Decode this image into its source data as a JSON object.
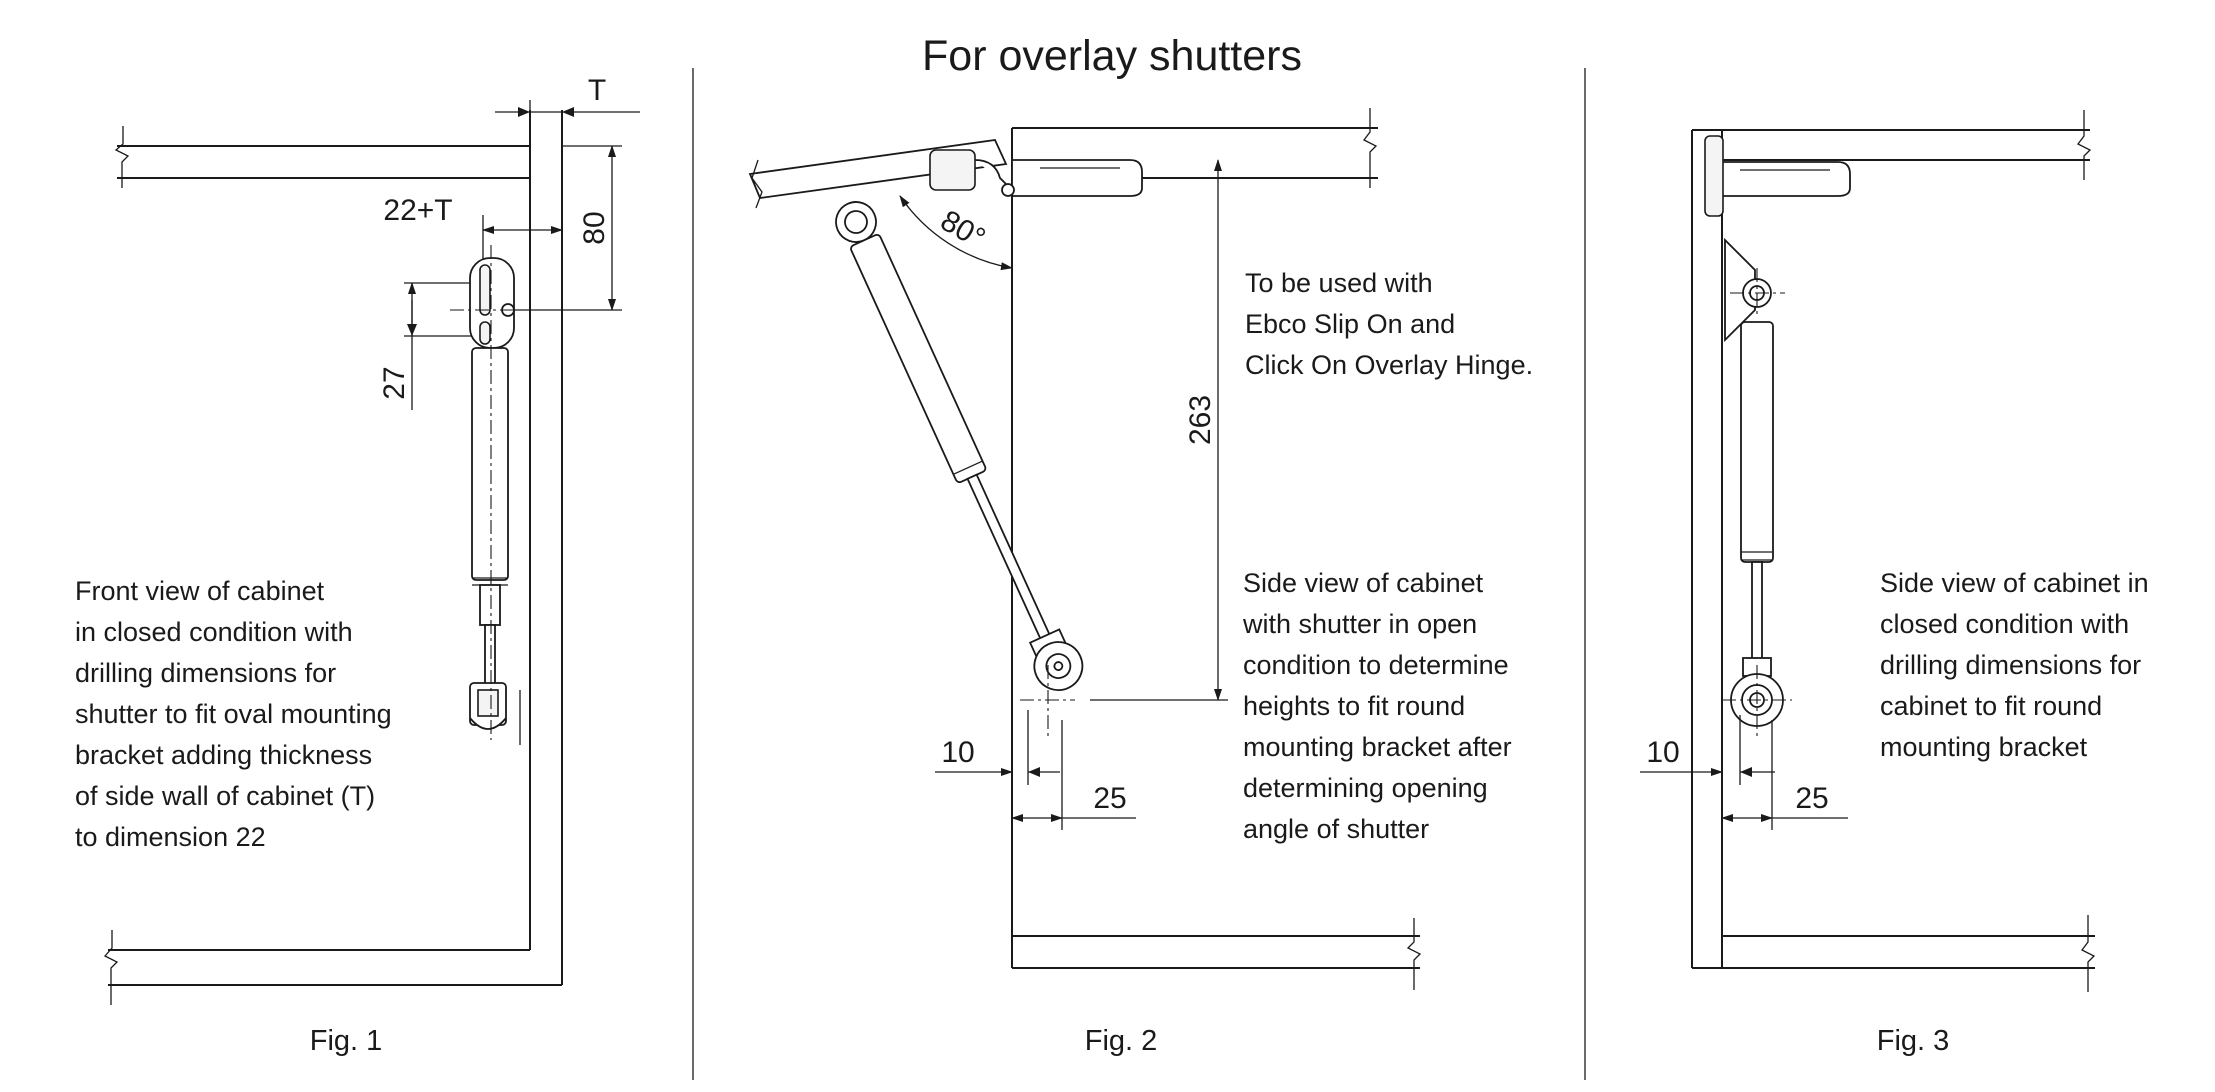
{
  "title": "For overlay shutters",
  "figures": [
    {
      "id": "fig1",
      "caption": "Fig. 1",
      "dimensions": {
        "thickness": "T",
        "offset": "22+T",
        "height_from_top": "80",
        "slot_spacing": "27"
      },
      "description": [
        "Front view of cabinet",
        "in closed condition with",
        "drilling dimensions for",
        "shutter to fit oval mounting",
        "bracket adding thickness",
        "of side wall of cabinet (T)",
        "to dimension 22"
      ]
    },
    {
      "id": "fig2",
      "caption": "Fig. 2",
      "angle_label": "80°",
      "dimensions": {
        "height": "263",
        "offset_small": "10",
        "offset_large": "25"
      },
      "note": [
        "To be used with",
        "Ebco Slip On and",
        "Click On Overlay Hinge."
      ],
      "description": [
        "Side view of cabinet",
        "with shutter in open",
        "condition to determine",
        "heights to fit round",
        "mounting bracket after",
        "determining opening",
        "angle of shutter"
      ]
    },
    {
      "id": "fig3",
      "caption": "Fig. 3",
      "dimensions": {
        "offset_small": "10",
        "offset_large": "25"
      },
      "description": [
        "Side view of cabinet in",
        "closed condition with",
        "drilling dimensions for",
        "cabinet to fit round",
        "mounting bracket"
      ]
    }
  ]
}
